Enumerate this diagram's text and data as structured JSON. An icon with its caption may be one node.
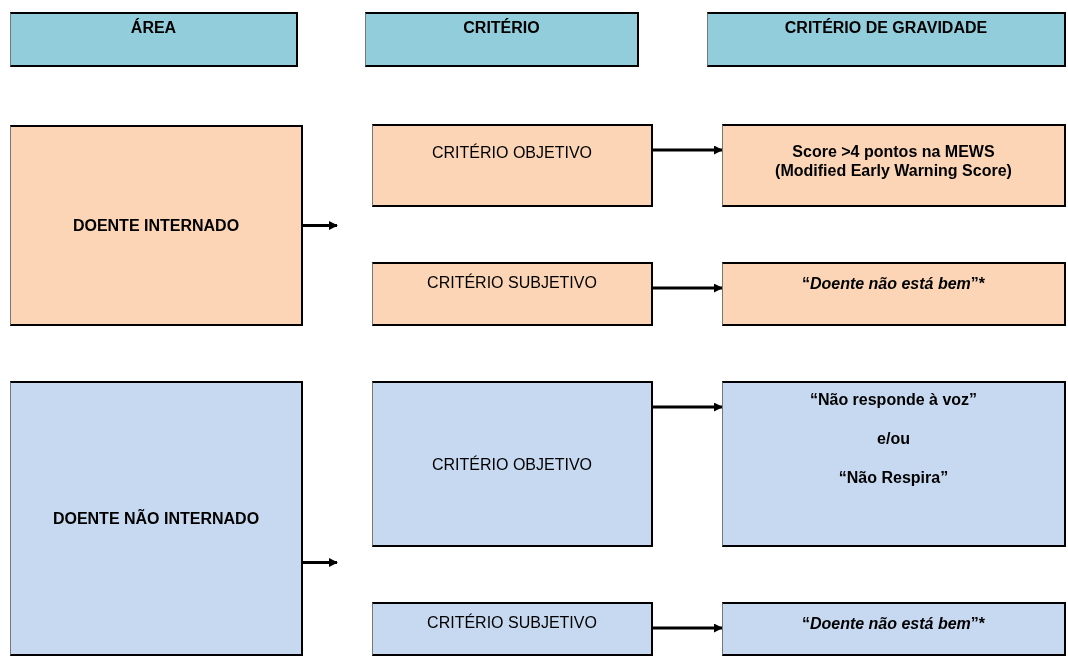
{
  "diagram": {
    "nodes": [
      {
        "text": [
          "ÁREA"
        ]
      },
      {
        "text": [
          "CRITÉRIO"
        ]
      },
      {
        "text": [
          "CRITÉRIO DE GRAVIDADE"
        ]
      },
      {
        "text": [
          "DOENTE INTERNADO"
        ]
      },
      {
        "text": [
          "CRITÉRIO OBJETIVO"
        ]
      },
      {
        "text": [
          "Score >4 pontos na MEWS (Modified Early Warning Score)"
        ]
      },
      {
        "text": [
          "CRITÉRIO SUBJETIVO"
        ]
      },
      {
        "text": [
          "“*Doente não está bem*”*"
        ]
      },
      {
        "text": [
          "DOENTE NÃO INTERNADO"
        ]
      },
      {
        "text": [
          "CRITÉRIO OBJETIVO"
        ]
      },
      {
        "text": [
          "“Não responde à voz”",
          "e/ou",
          "“Não Respira”"
        ]
      },
      {
        "text": [
          "CRITÉRIO SUBJETIVO"
        ]
      },
      {
        "text": [
          "“*Doente não está bem*”*"
        ]
      }
    ],
    "edges": [
      {
        "from": 3,
        "to": null,
        "arrow": "to"
      },
      {
        "from": 4,
        "to": 5,
        "arrow": "to"
      },
      {
        "from": 6,
        "to": 7,
        "arrow": "to"
      },
      {
        "from": 8,
        "to": null,
        "arrow": "to"
      },
      {
        "from": 9,
        "to": 10,
        "arrow": "to"
      },
      {
        "from": 11,
        "to": 12,
        "arrow": "to"
      }
    ]
  }
}
